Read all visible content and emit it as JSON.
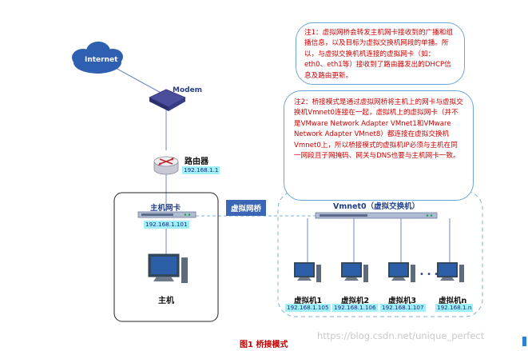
{
  "internet": {
    "label": "Internet"
  },
  "modem": {
    "label": "Modem"
  },
  "router": {
    "label": "路由器",
    "ip": "192.168.1.1"
  },
  "host": {
    "nic_label": "主机网卡",
    "nic_ip": "192.168.1.101",
    "label": "主机"
  },
  "bridge_tag": "虚拟网桥",
  "vswitch": {
    "label": "Vmnet0（虚拟交换机）"
  },
  "vms": [
    {
      "name": "虚拟机1",
      "ip": "192.168.1.105"
    },
    {
      "name": "虚拟机2",
      "ip": "192.168.1.106"
    },
    {
      "name": "虚拟机3",
      "ip": "192.168.1.107"
    },
    {
      "name": "虚拟机n",
      "ip": "192.168.1.n"
    }
  ],
  "ellipsis": "• • •",
  "notes": {
    "note1": "注1：虚拟网桥会转发主机网卡接收到的广播和组播信息，以及目标为虚拟交换机网段的单播。所以，与虚拟交换机机连接的虚拟网卡（如：eth0、eth1等）接收到了路由器发出的DHCP信息及路由更新。",
    "note2": "注2：桥接模式是通过虚拟网桥将主机上的网卡与虚拟交换机Vmnet0连接在一起，虚拟机上的虚拟网卡（并不是VMware Network Adapter VMnet1和VMware Network Adapter VMnet8）都连接在虚拟交换机Vmnet0上，所以桥接模式的虚拟机IP必须与主机在同一网段且子网掩码、网关与DNS也要与主机网卡一致。"
  },
  "caption": "图1  桥接模式",
  "watermark": "https://blog.csdn.net/unique_perfect",
  "colors": {
    "note_text": "#d00000",
    "ip_bg": "#9ff0f7",
    "tag_bg": "#3a66b5",
    "dashed": "#7fb0de"
  }
}
